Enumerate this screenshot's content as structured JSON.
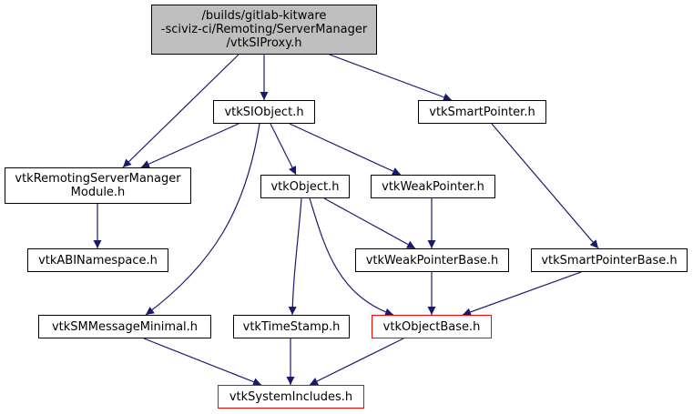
{
  "colors": {
    "edge": "#191970",
    "border": "#000000",
    "border_incomplete": "#ff0000",
    "root_fill": "#bfbfbf",
    "node_fill": "#ffffff"
  },
  "nodes": {
    "root": {
      "lines": [
        "/builds/gitlab-kitware",
        "-sciviz-ci/Remoting/ServerManager",
        "/vtkSIProxy.h"
      ]
    },
    "vtkSIObject": {
      "lines": [
        "vtkSIObject.h"
      ]
    },
    "vtkSmartPointer": {
      "lines": [
        "vtkSmartPointer.h"
      ]
    },
    "vtkRemotingServerManagerModule": {
      "lines": [
        "vtkRemotingServerManager",
        "Module.h"
      ]
    },
    "vtkObject": {
      "lines": [
        "vtkObject.h"
      ]
    },
    "vtkWeakPointer": {
      "lines": [
        "vtkWeakPointer.h"
      ]
    },
    "vtkABINamespace": {
      "lines": [
        "vtkABINamespace.h"
      ]
    },
    "vtkWeakPointerBase": {
      "lines": [
        "vtkWeakPointerBase.h"
      ]
    },
    "vtkSmartPointerBase": {
      "lines": [
        "vtkSmartPointerBase.h"
      ]
    },
    "vtkSMMessageMinimal": {
      "lines": [
        "vtkSMMessageMinimal.h"
      ]
    },
    "vtkTimeStamp": {
      "lines": [
        "vtkTimeStamp.h"
      ]
    },
    "vtkObjectBase": {
      "lines": [
        "vtkObjectBase.h"
      ]
    },
    "vtkSystemIncludes": {
      "lines": [
        "vtkSystemIncludes.h"
      ]
    }
  },
  "edges": [
    [
      "root",
      "vtkRemotingServerManagerModule"
    ],
    [
      "root",
      "vtkSIObject"
    ],
    [
      "root",
      "vtkSmartPointer"
    ],
    [
      "vtkSIObject",
      "vtkRemotingServerManagerModule"
    ],
    [
      "vtkSIObject",
      "vtkObject"
    ],
    [
      "vtkSIObject",
      "vtkWeakPointer"
    ],
    [
      "vtkSIObject",
      "vtkSMMessageMinimal"
    ],
    [
      "vtkSmartPointer",
      "vtkSmartPointerBase"
    ],
    [
      "vtkRemotingServerManagerModule",
      "vtkABINamespace"
    ],
    [
      "vtkObject",
      "vtkWeakPointerBase"
    ],
    [
      "vtkObject",
      "vtkTimeStamp"
    ],
    [
      "vtkObject",
      "vtkObjectBase"
    ],
    [
      "vtkWeakPointer",
      "vtkWeakPointerBase"
    ],
    [
      "vtkWeakPointerBase",
      "vtkObjectBase"
    ],
    [
      "vtkSmartPointerBase",
      "vtkObjectBase"
    ],
    [
      "vtkSMMessageMinimal",
      "vtkSystemIncludes"
    ],
    [
      "vtkTimeStamp",
      "vtkSystemIncludes"
    ],
    [
      "vtkObjectBase",
      "vtkSystemIncludes"
    ]
  ]
}
